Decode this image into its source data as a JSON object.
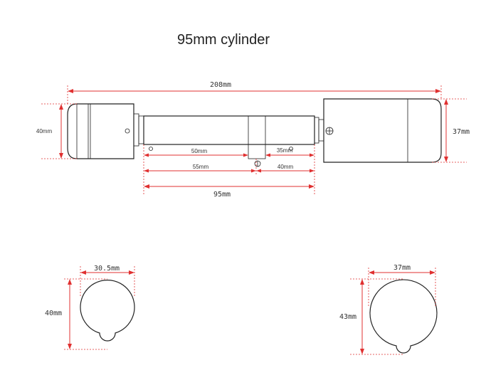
{
  "title": "95mm cylinder",
  "colors": {
    "dimension": "#e03030",
    "outline": "#222222"
  },
  "dimensions": {
    "overall_length": "208mm",
    "left_knob_height": "40mm",
    "right_knob_height": "37mm",
    "body_length": "95mm",
    "segment_50": "50mm",
    "segment_35": "35mm",
    "segment_55": "55mm",
    "segment_40": "40mm",
    "left_profile_width": "30.5mm",
    "left_profile_height": "40mm",
    "right_profile_width": "37mm",
    "right_profile_height": "43mm"
  }
}
